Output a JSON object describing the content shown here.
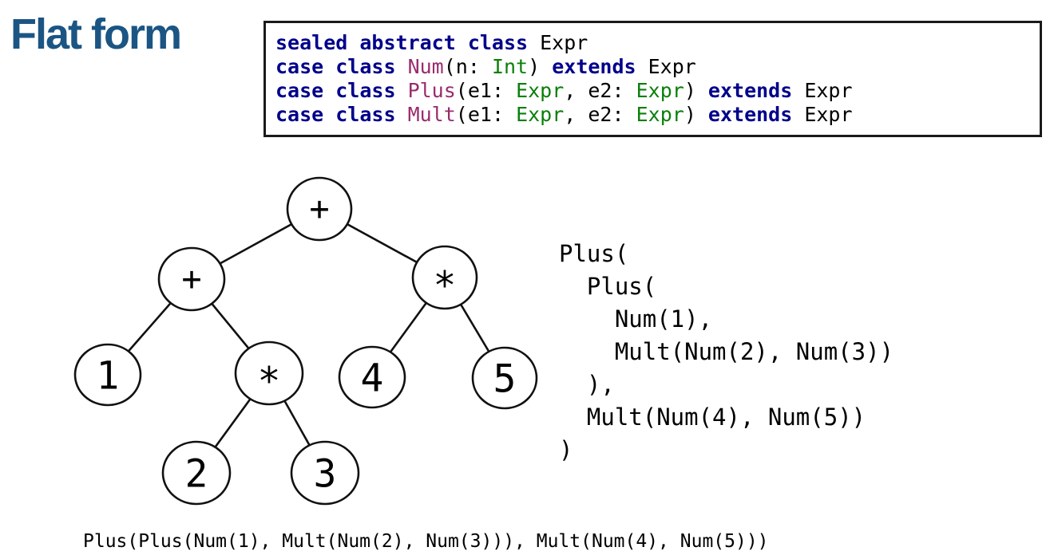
{
  "title": "Flat form",
  "colors": {
    "title_blue": "#1b5584",
    "keyword_navy": "#00008b",
    "classname_purple": "#992c6c",
    "typename_green": "#0a7f0a",
    "text_black": "#000000",
    "box_border": "#1a1a1a",
    "background": "#ffffff"
  },
  "code": {
    "lines": [
      [
        {
          "text": "sealed abstract class",
          "type": "keyword"
        },
        {
          "text": " Expr",
          "type": "plain"
        }
      ],
      [
        {
          "text": "case class",
          "type": "keyword"
        },
        {
          "text": " ",
          "type": "plain"
        },
        {
          "text": "Num",
          "type": "classname"
        },
        {
          "text": "(n: ",
          "type": "plain"
        },
        {
          "text": "Int",
          "type": "typename"
        },
        {
          "text": ") ",
          "type": "plain"
        },
        {
          "text": "extends",
          "type": "keyword"
        },
        {
          "text": " Expr",
          "type": "plain"
        }
      ],
      [
        {
          "text": "case class",
          "type": "keyword"
        },
        {
          "text": " ",
          "type": "plain"
        },
        {
          "text": "Plus",
          "type": "classname"
        },
        {
          "text": "(e1: ",
          "type": "plain"
        },
        {
          "text": "Expr",
          "type": "typename"
        },
        {
          "text": ", e2: ",
          "type": "plain"
        },
        {
          "text": "Expr",
          "type": "typename"
        },
        {
          "text": ") ",
          "type": "plain"
        },
        {
          "text": "extends",
          "type": "keyword"
        },
        {
          "text": " Expr",
          "type": "plain"
        }
      ],
      [
        {
          "text": "case class",
          "type": "keyword"
        },
        {
          "text": " ",
          "type": "plain"
        },
        {
          "text": "Mult",
          "type": "classname"
        },
        {
          "text": "(e1: ",
          "type": "plain"
        },
        {
          "text": "Expr",
          "type": "typename"
        },
        {
          "text": ", e2: ",
          "type": "plain"
        },
        {
          "text": "Expr",
          "type": "typename"
        },
        {
          "text": ") ",
          "type": "plain"
        },
        {
          "text": "extends",
          "type": "keyword"
        },
        {
          "text": " Expr",
          "type": "plain"
        }
      ]
    ]
  },
  "tree": {
    "description": "Expression tree for (1 + 2*3) + 4*5",
    "nodes": [
      {
        "id": "root",
        "label": "+"
      },
      {
        "id": "plus2",
        "label": "+"
      },
      {
        "id": "mult2",
        "label": "*"
      },
      {
        "id": "num1",
        "label": "1"
      },
      {
        "id": "mult3",
        "label": "*"
      },
      {
        "id": "num4",
        "label": "4"
      },
      {
        "id": "num5",
        "label": "5"
      },
      {
        "id": "num2",
        "label": "2"
      },
      {
        "id": "num3",
        "label": "3"
      }
    ],
    "edges": [
      [
        "root",
        "plus2"
      ],
      [
        "root",
        "mult2"
      ],
      [
        "plus2",
        "num1"
      ],
      [
        "plus2",
        "mult3"
      ],
      [
        "mult3",
        "num2"
      ],
      [
        "mult3",
        "num3"
      ],
      [
        "mult2",
        "num4"
      ],
      [
        "mult2",
        "num5"
      ]
    ]
  },
  "nested_expression": {
    "lines": [
      "Plus(",
      "  Plus(",
      "    Num(1),",
      "    Mult(Num(2), Num(3))",
      "  ),",
      "  Mult(Num(4), Num(5))",
      ")"
    ]
  },
  "flat_expression": {
    "text": "Plus(Plus(Num(1), Mult(Num(2), Num(3))), Mult(Num(4), Num(5)))"
  }
}
